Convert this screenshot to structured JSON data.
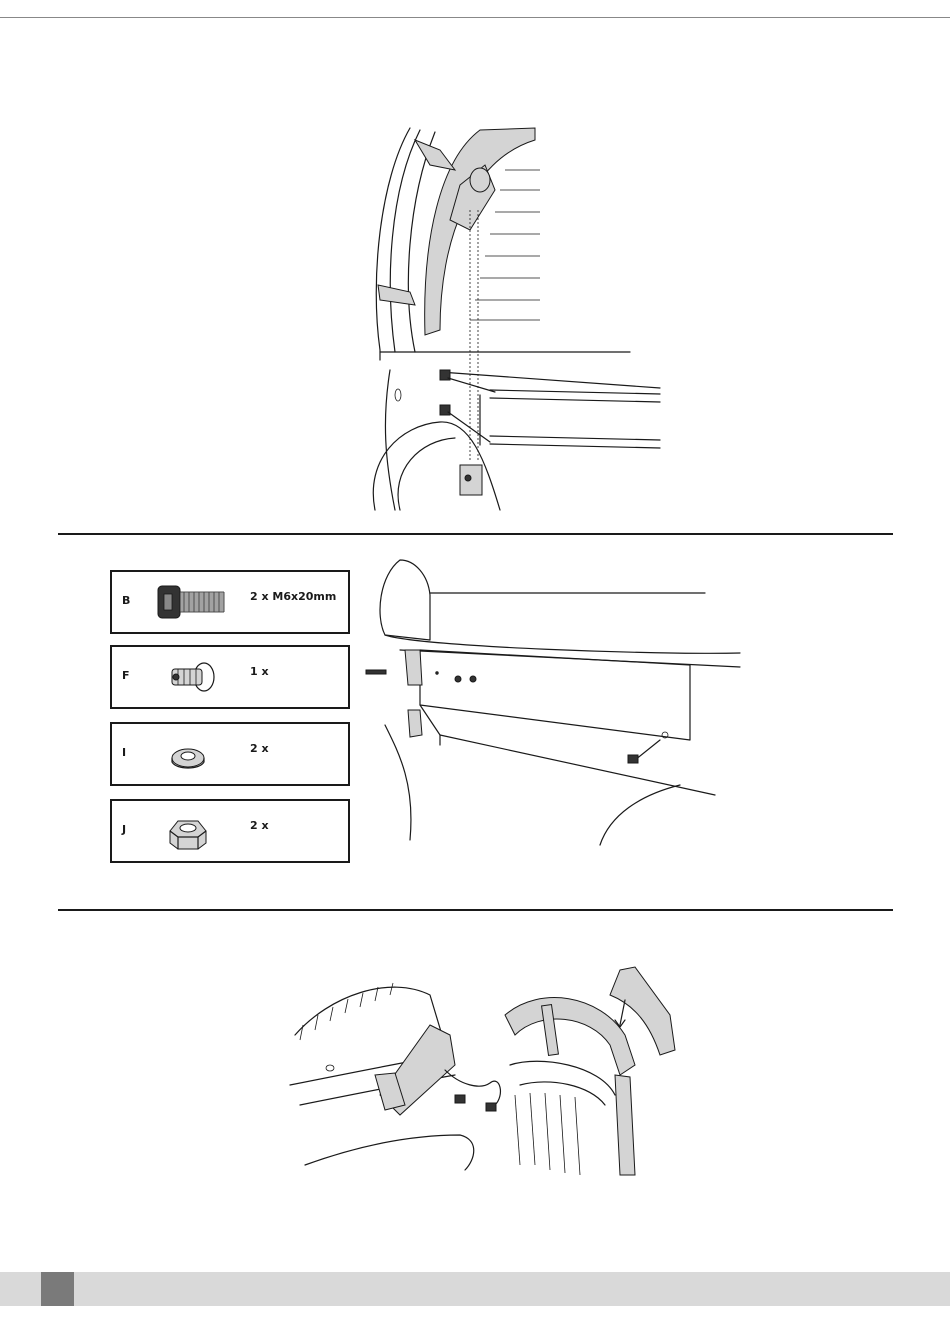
{
  "parts": [
    {
      "letter": "B",
      "qty": "2 x M6x20mm",
      "icon": "bolt-icon"
    },
    {
      "letter": "F",
      "qty": "1 x",
      "icon": "screw-clip-icon"
    },
    {
      "letter": "I",
      "qty": "2 x",
      "icon": "washer-icon"
    },
    {
      "letter": "J",
      "qty": "2 x",
      "icon": "hex-nut-icon"
    }
  ],
  "colors": {
    "line": "#1a1a1a",
    "footer_bar": "#d9d9d9",
    "footer_tab": "#7a7a7a"
  }
}
